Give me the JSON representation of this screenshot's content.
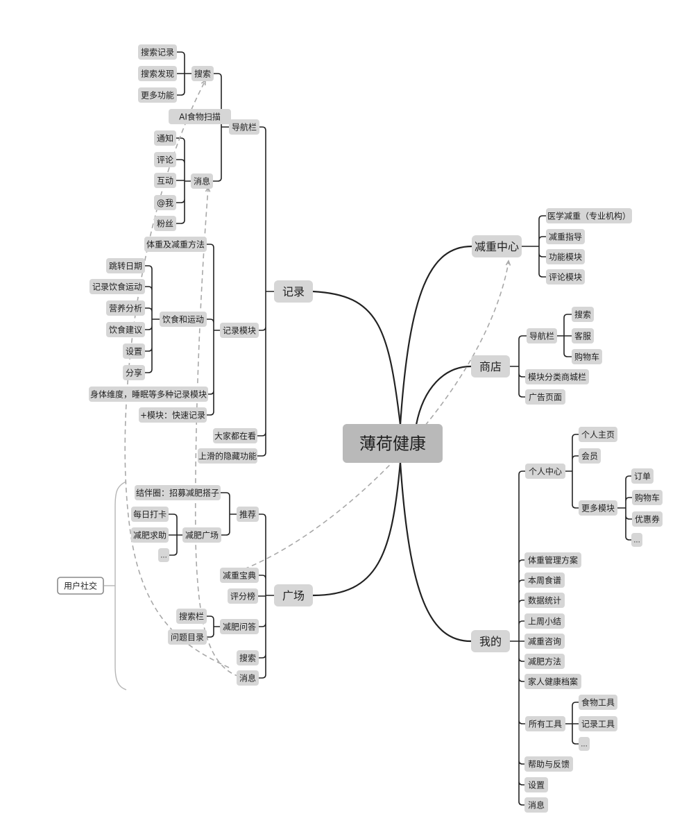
{
  "root": "薄荷健康",
  "branches": {
    "record": {
      "label": "记录",
      "nav": {
        "label": "导航栏",
        "search": {
          "label": "搜索",
          "items": [
            "搜索记录",
            "搜索发现",
            "更多功能"
          ]
        },
        "ai_scan": "AI食物扫描",
        "messages": {
          "label": "消息",
          "items": [
            "通知",
            "评论",
            "互动",
            "@我",
            "粉丝"
          ]
        }
      },
      "record_module": {
        "label": "记录模块",
        "weight_methods": "体重及减重方法",
        "diet_exercise": {
          "label": "饮食和运动",
          "items": [
            "跳转日期",
            "记录饮食运动",
            "营养分析",
            "饮食建议",
            "设置",
            "分享"
          ]
        },
        "body_sleep": "身体维度，睡眠等多种记录模块",
        "quick_record": "+模块：快速记录"
      },
      "everyone_watching": "大家都在看",
      "hidden_feature": "上滑的隐藏功能"
    },
    "plaza": {
      "label": "广场",
      "recommend": {
        "label": "推荐",
        "partner": "结伴圈：招募减肥搭子",
        "square": {
          "label": "减肥广场",
          "items": [
            "每日打卡",
            "减肥求助",
            "..."
          ]
        }
      },
      "bible": "减重宝典",
      "ranking": "评分榜",
      "qa": {
        "label": "减肥问答",
        "items": [
          "搜索栏",
          "问题目录"
        ]
      },
      "search": "搜索",
      "messages": "消息"
    },
    "center": {
      "label": "减重中心",
      "items": [
        "医学减重（专业机构）",
        "减重指导",
        "功能模块",
        "评论模块"
      ]
    },
    "shop": {
      "label": "商店",
      "nav": {
        "label": "导航栏",
        "items": [
          "搜索",
          "客服",
          "购物车"
        ]
      },
      "category": "模块分类商城栏",
      "ads": "广告页面"
    },
    "mine": {
      "label": "我的",
      "personal": {
        "label": "个人中心",
        "homepage": "个人主页",
        "vip": "会员",
        "more": {
          "label": "更多模块",
          "items": [
            "订单",
            "购物车",
            "优惠券",
            "..."
          ]
        }
      },
      "items": [
        "体重管理方案",
        "本周食谱",
        "数据统计",
        "上周小结",
        "减重咨询",
        "减肥方法",
        "家人健康档案"
      ],
      "tools": {
        "label": "所有工具",
        "items": [
          "食物工具",
          "记录工具",
          "..."
        ]
      },
      "after": [
        "帮助与反馈",
        "设置",
        "消息"
      ]
    }
  },
  "floating": {
    "social": "用户社交"
  }
}
